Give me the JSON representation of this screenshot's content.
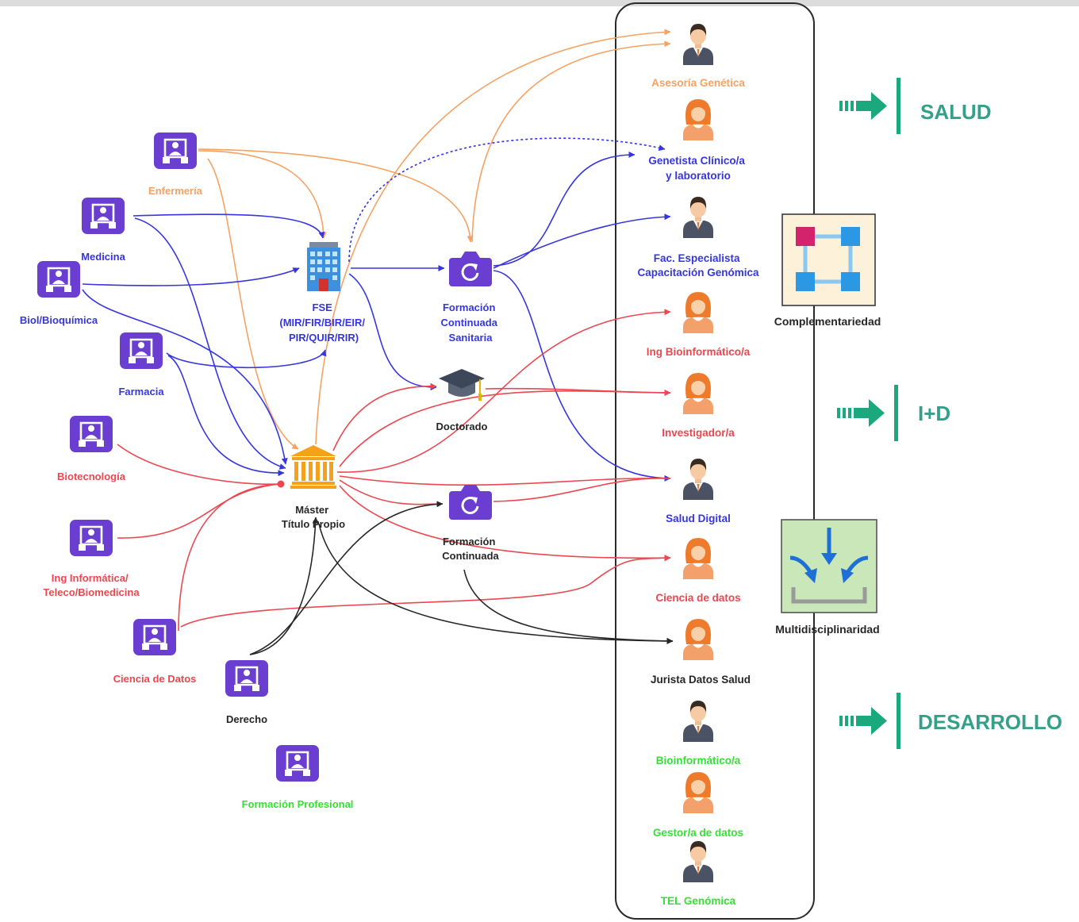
{
  "colors": {
    "orange": "#f5a263",
    "blue": "#3636de",
    "red": "#ec4750",
    "dark": "#262626",
    "green": "#36df36",
    "teal": "#35a08a",
    "arrow": "#1ba87c",
    "purple": "#6a3ed0"
  },
  "studies": {
    "enfermeria": "Enfermería",
    "medicina": "Medicina",
    "biol_bioquimica": "Biol/Bioquímica",
    "farmacia": "Farmacia",
    "biotecnologia": "Biotecnología",
    "ing_informatica": [
      "Ing Informática/",
      "Teleco/Biomedicina"
    ],
    "ciencia_de_datos": "Ciencia de Datos",
    "derecho": "Derecho",
    "formacion_profesional": "Formación Profesional"
  },
  "training": {
    "fse": [
      "FSE",
      "(MIR/FIR/BIR/EIR/",
      "PIR/QUIR/RIR)"
    ],
    "formacion_continuada_sanitaria": [
      "Formación",
      "Continuada",
      "Sanitaria"
    ],
    "doctorado": "Doctorado",
    "master": [
      "Máster",
      "Título Propio"
    ],
    "formacion_continuada": [
      "Formación",
      "Continuada"
    ]
  },
  "professions": [
    {
      "lines": [
        "Asesoría Genética"
      ],
      "icon": "man-avatar-icon"
    },
    {
      "lines": [
        "Genetista Clínico/a",
        "y laboratorio"
      ],
      "icon": "woman-avatar-icon"
    },
    {
      "lines": [
        "Fac. Especialista",
        "Capacitación Genómica"
      ],
      "icon": "man-avatar-icon"
    },
    {
      "lines": [
        "Ing Bioinformático/a"
      ],
      "icon": "woman-avatar-icon"
    },
    {
      "lines": [
        "Investigador/a"
      ],
      "icon": "woman-avatar-icon"
    },
    {
      "lines": [
        "Salud Digital"
      ],
      "icon": "man-avatar-icon"
    },
    {
      "lines": [
        "Ciencia de datos"
      ],
      "icon": "woman-avatar-icon"
    },
    {
      "lines": [
        "Jurista Datos Salud"
      ],
      "icon": "woman-avatar-icon"
    },
    {
      "lines": [
        "Bioinformático/a"
      ],
      "icon": "man-avatar-icon"
    },
    {
      "lines": [
        "Gestor/a de datos"
      ],
      "icon": "woman-avatar-icon"
    },
    {
      "lines": [
        "TEL Genómica"
      ],
      "icon": "man-avatar-icon"
    }
  ],
  "sectors": [
    "SALUD",
    "I+D",
    "DESARROLLO"
  ],
  "concepts": {
    "complementariedad": "Complementariedad",
    "multidisciplinaridad": "Multidisciplinaridad"
  }
}
